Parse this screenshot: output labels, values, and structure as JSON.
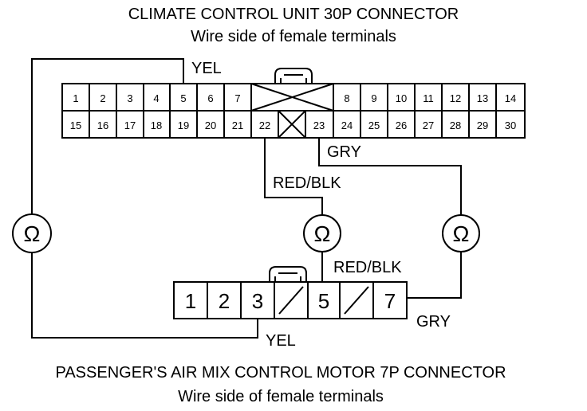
{
  "top_connector": {
    "title": "CLIMATE CONTROL UNIT 30P CONNECTOR",
    "subtitle": "Wire side of female terminals",
    "row1_left": [
      "1",
      "2",
      "3",
      "4",
      "5",
      "6",
      "7"
    ],
    "row1_right": [
      "8",
      "9",
      "10",
      "11",
      "12",
      "13",
      "14"
    ],
    "row2_left": [
      "15",
      "16",
      "17",
      "18",
      "19",
      "20",
      "21",
      "22"
    ],
    "row2_right": [
      "23",
      "24",
      "25",
      "26",
      "27",
      "28",
      "29",
      "30"
    ]
  },
  "bottom_connector": {
    "title": "PASSENGER'S AIR MIX CONTROL MOTOR 7P CONNECTOR",
    "subtitle": "Wire side of female terminals",
    "terminals": [
      "1",
      "2",
      "3",
      "5",
      "7"
    ]
  },
  "wires": {
    "yel_top": "YEL",
    "yel_bottom": "YEL",
    "redblk_top": "RED/BLK",
    "redblk_bottom": "RED/BLK",
    "gry_top": "GRY",
    "gry_bottom": "GRY"
  },
  "meter_symbol": "Ω"
}
